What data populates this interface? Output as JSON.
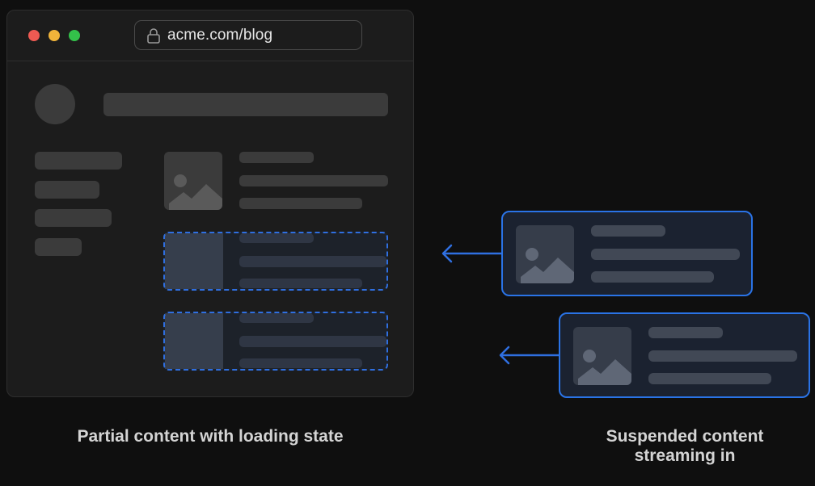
{
  "browser": {
    "url": "acme.com/blog",
    "traffic_lights": [
      "#ee5a52",
      "#f1b43a",
      "#33c14a"
    ]
  },
  "captions": {
    "left": "Partial content with loading state",
    "right_line1": "Suspended content",
    "right_line2": "streaming in"
  },
  "colors": {
    "background": "#0f0f0f",
    "skeleton": "#3b3b3b",
    "accent_blue": "#2a73e6",
    "arrow": "#2f6fe0"
  },
  "icons": [
    "lock-icon",
    "image-icon",
    "arrow-left-icon"
  ]
}
